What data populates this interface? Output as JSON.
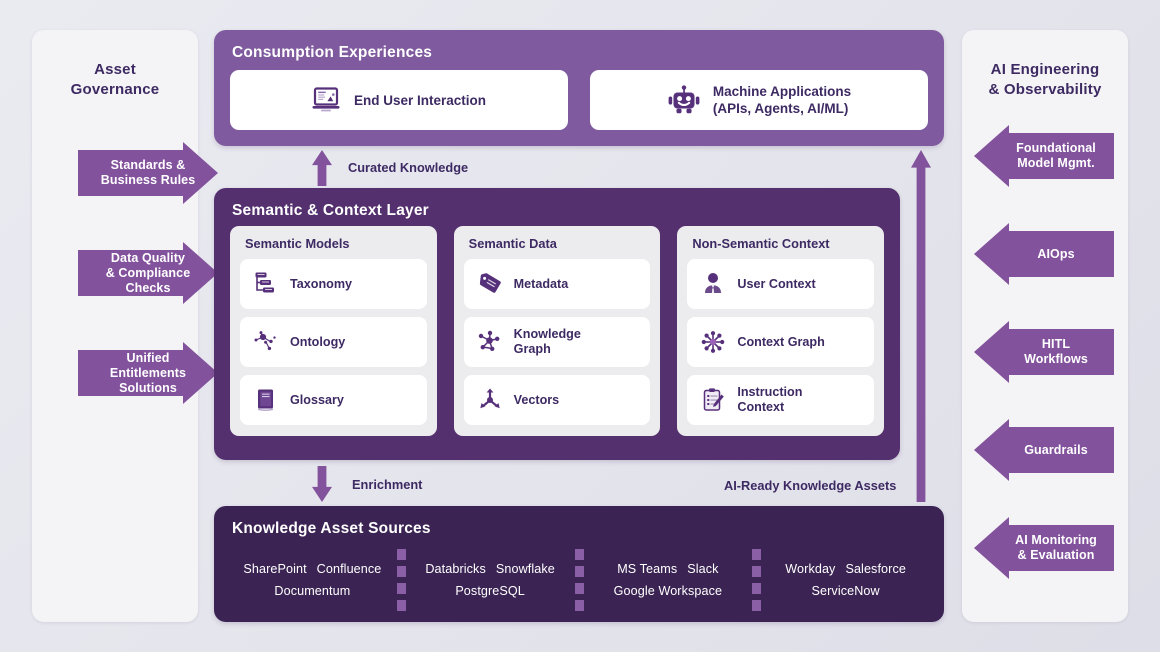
{
  "left_rail": {
    "title": "Asset\nGovernance",
    "title_lines": [
      "Asset",
      "Governance"
    ],
    "items": [
      {
        "label": "Standards &\nBusiness Rules",
        "lines": [
          "Standards &",
          "Business Rules"
        ]
      },
      {
        "label": "Data Quality\n& Compliance\nChecks",
        "lines": [
          "Data Quality",
          "& Compliance",
          "Checks"
        ]
      },
      {
        "label": "Unified\nEntitlements\nSolutions",
        "lines": [
          "Unified",
          "Entitlements",
          "Solutions"
        ]
      }
    ]
  },
  "right_rail": {
    "title_lines": [
      "AI Engineering",
      "& Observability"
    ],
    "items": [
      {
        "label": "Foundational\nModel Mgmt.",
        "lines": [
          "Foundational",
          "Model Mgmt."
        ]
      },
      {
        "label": "AIOps",
        "lines": [
          "AIOps"
        ]
      },
      {
        "label": "HITL\nWorkflows",
        "lines": [
          "HITL",
          "Workflows"
        ]
      },
      {
        "label": "Guardrails",
        "lines": [
          "Guardrails"
        ]
      },
      {
        "label": "AI Monitoring\n& Evaluation",
        "lines": [
          "AI Monitoring",
          "& Evaluation"
        ]
      }
    ]
  },
  "consumption": {
    "title": "Consumption Experiences",
    "cards": [
      {
        "icon": "laptop-icon",
        "lines": [
          "End User Interaction"
        ]
      },
      {
        "icon": "robot-icon",
        "lines": [
          "Machine Applications",
          "(APIs, Agents, AI/ML)"
        ]
      }
    ]
  },
  "semantic": {
    "title": "Semantic & Context Layer",
    "columns": [
      {
        "title": "Semantic Models",
        "items": [
          {
            "icon": "taxonomy-icon",
            "lines": [
              "Taxonomy"
            ]
          },
          {
            "icon": "ontology-icon",
            "lines": [
              "Ontology"
            ]
          },
          {
            "icon": "glossary-book-icon",
            "lines": [
              "Glossary"
            ]
          }
        ]
      },
      {
        "title": "Semantic Data",
        "items": [
          {
            "icon": "metadata-tag-icon",
            "lines": [
              "Metadata"
            ]
          },
          {
            "icon": "knowledge-graph-icon",
            "lines": [
              "Knowledge",
              "Graph"
            ]
          },
          {
            "icon": "vectors-icon",
            "lines": [
              "Vectors"
            ]
          }
        ]
      },
      {
        "title": "Non-Semantic Context",
        "items": [
          {
            "icon": "user-icon",
            "lines": [
              "User Context"
            ]
          },
          {
            "icon": "context-graph-icon",
            "lines": [
              "Context Graph"
            ]
          },
          {
            "icon": "clipboard-icon",
            "lines": [
              "Instruction",
              "Context"
            ]
          }
        ]
      }
    ]
  },
  "sources": {
    "title": "Knowledge Asset Sources",
    "groups": [
      {
        "row1": [
          "SharePoint",
          "Confluence"
        ],
        "row2": [
          "Documentum"
        ]
      },
      {
        "row1": [
          "Databricks",
          "Snowflake"
        ],
        "row2": [
          "PostgreSQL"
        ]
      },
      {
        "row1": [
          "MS Teams",
          "Slack"
        ],
        "row2": [
          "Google Workspace"
        ]
      },
      {
        "row1": [
          "Workday",
          "Salesforce"
        ],
        "row2": [
          "ServiceNow"
        ]
      }
    ]
  },
  "connectors": {
    "curated": "Curated Knowledge",
    "enrichment": "Enrichment",
    "ai_ready": "AI-Ready Knowledge Assets"
  },
  "colors": {
    "background": "#e7e7ee",
    "rail_bg": "#f4f4f6",
    "arrow_purple": "#83529c",
    "consumption_purple": "#7f5a9e",
    "semantic_purple": "#54306f",
    "sources_purple": "#3b2453",
    "text_dark": "#3d2a63",
    "card_white": "#ffffff",
    "col_gray": "#ececee"
  }
}
